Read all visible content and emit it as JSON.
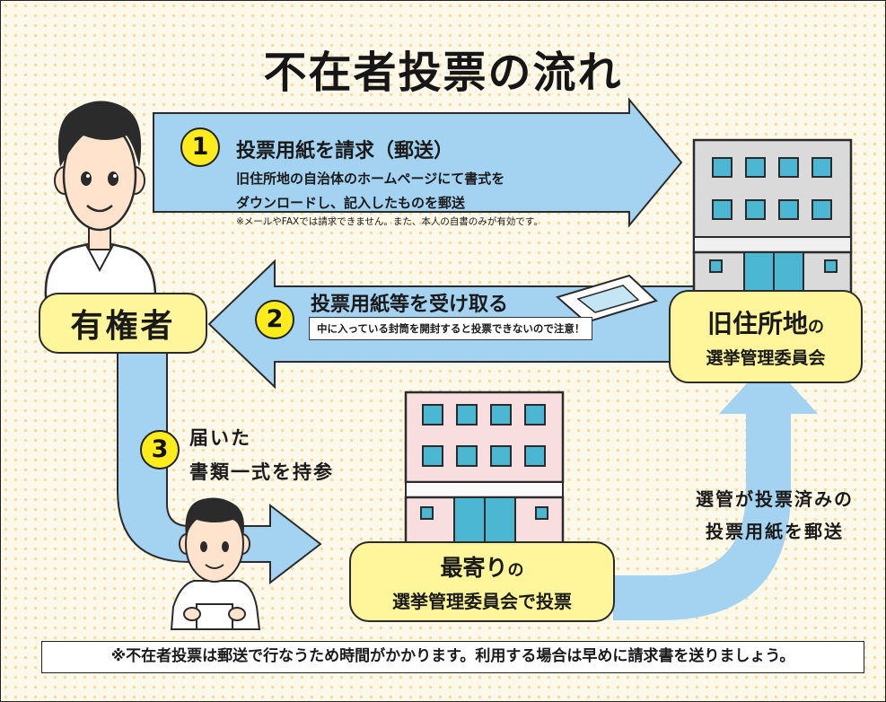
{
  "title": "不在者投票の流れ",
  "step1": {
    "number": "1",
    "title": "投票用紙を請求（郵送）",
    "description": "旧住所地の自治体のホームページにて書式を\nダウンロードし、記入したものを郵送",
    "note": "※メールやFAXでは請求できません。また、本人の自書のみが有効です。"
  },
  "step2": {
    "number": "2",
    "title": "投票用紙等を受け取る",
    "warning": "中に入っている封筒を開封すると投票できないので注意！"
  },
  "step3": {
    "number": "3",
    "title": "届いた\n書類一式を持参"
  },
  "return_label": "選管が投票済みの\n投票用紙を郵送",
  "voter_label": "有権者",
  "old_office": {
    "main": "旧住所地",
    "particle": "の",
    "sub": "選挙管理委員会"
  },
  "near_office": {
    "main": "最寄り",
    "particle": "の",
    "sub": "選挙管理委員会で投票"
  },
  "footer_note": "※不在者投票は郵送で行なうため時間がかかります。利用する場合は早めに請求書を送りましょう。",
  "colors": {
    "arrow": "#a4d3f1",
    "label_bg": "#fff59a",
    "number_badge": "#ffec1a",
    "building_old": "#dadada",
    "building_near": "#f8dede",
    "window": "#4cb7d3"
  }
}
